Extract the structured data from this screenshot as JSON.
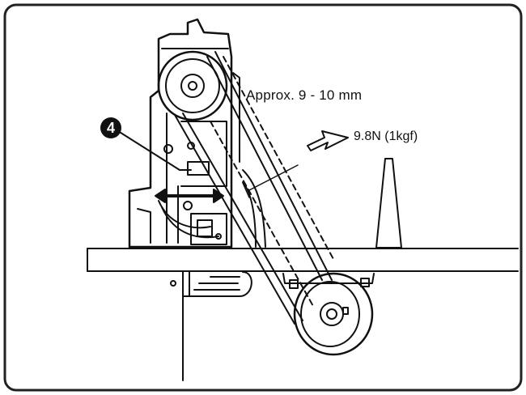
{
  "labels": {
    "belt_deflection": "Approx. 9 - 10 mm",
    "press_force": "9.8N (1kgf)",
    "callout_number": "4"
  },
  "colors": {
    "ink": "#111111",
    "paper": "#ffffff",
    "frame": "#222222"
  },
  "icons": [
    "press-arrow-icon",
    "adjust-double-arrow-icon",
    "callout-circle-icon"
  ]
}
